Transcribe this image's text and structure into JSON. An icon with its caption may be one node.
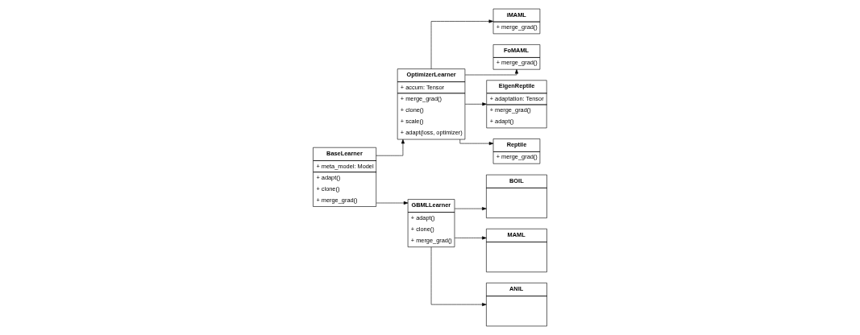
{
  "diagram": {
    "nodes": [
      {
        "text": [
          "BaseLearner",
          "+ meta_model: Model",
          "+ adapt()",
          "+ clone()",
          "+ merge_grad()"
        ]
      },
      {
        "text": [
          "OptimizerLearner",
          "+ accum: Tensor",
          "+ merge_grad()",
          "+ clone()",
          "+ scale()",
          "+ adapt(loss, optimizer)"
        ]
      },
      {
        "text": [
          "iMAML",
          "+ merge_grad()"
        ]
      },
      {
        "text": [
          "FoMAML",
          "+ merge_grad()"
        ]
      },
      {
        "text": [
          "EigenReptile",
          "+ adaptation: Tensor",
          "+ merge_grad()",
          "+ adapt()"
        ]
      },
      {
        "text": [
          "Reptile",
          "+ merge_grad()"
        ]
      },
      {
        "text": [
          "GBMLLearner",
          "+ adapt()",
          "+ clone()",
          "+ merge_grad()"
        ]
      },
      {
        "text": [
          "BOIL"
        ]
      },
      {
        "text": [
          "MAML"
        ]
      },
      {
        "text": [
          "ANIL"
        ]
      }
    ],
    "edges": [
      {
        "from": 0,
        "to": 1,
        "arrow": "to"
      },
      {
        "from": 0,
        "to": 6,
        "arrow": "to"
      },
      {
        "from": 1,
        "to": 2,
        "arrow": "to"
      },
      {
        "from": 1,
        "to": 3,
        "arrow": "to"
      },
      {
        "from": 1,
        "to": 4,
        "arrow": "to"
      },
      {
        "from": 1,
        "to": 5,
        "arrow": "to"
      },
      {
        "from": 6,
        "to": 7,
        "arrow": "to"
      },
      {
        "from": 6,
        "to": 8,
        "arrow": "to"
      },
      {
        "from": 6,
        "to": 9,
        "arrow": "to"
      }
    ]
  }
}
